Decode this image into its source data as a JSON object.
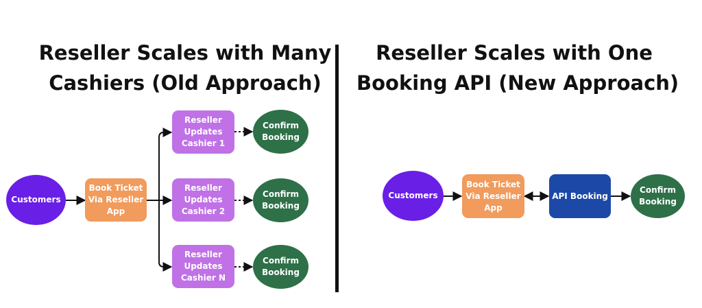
{
  "left": {
    "title_line1": "Reseller Scales with Many",
    "title_line2": "Cashiers (Old Approach)",
    "customers": "Customers",
    "book_ticket": "Book Ticket\nVia Reseller\nApp",
    "cashiers": [
      "Reseller\nUpdates\nCashier 1",
      "Reseller\nUpdates\nCashier 2",
      "Reseller\nUpdates\nCashier N"
    ],
    "confirm": [
      "Confirm\nBooking",
      "Confirm\nBooking",
      "Confirm\nBooking"
    ]
  },
  "right": {
    "title_line1": "Reseller Scales with One",
    "title_line2": "Booking API (New Approach)",
    "customers": "Customers",
    "book_ticket": "Book Ticket\nVia Reseller\nApp",
    "api_booking": "API Booking",
    "confirm": "Confirm\nBooking"
  },
  "colors": {
    "customers": "#6a1fe6",
    "book_ticket": "#f19b5c",
    "cashier": "#c071e6",
    "confirm": "#2e7048",
    "api": "#1c49a8",
    "line": "#111111"
  }
}
